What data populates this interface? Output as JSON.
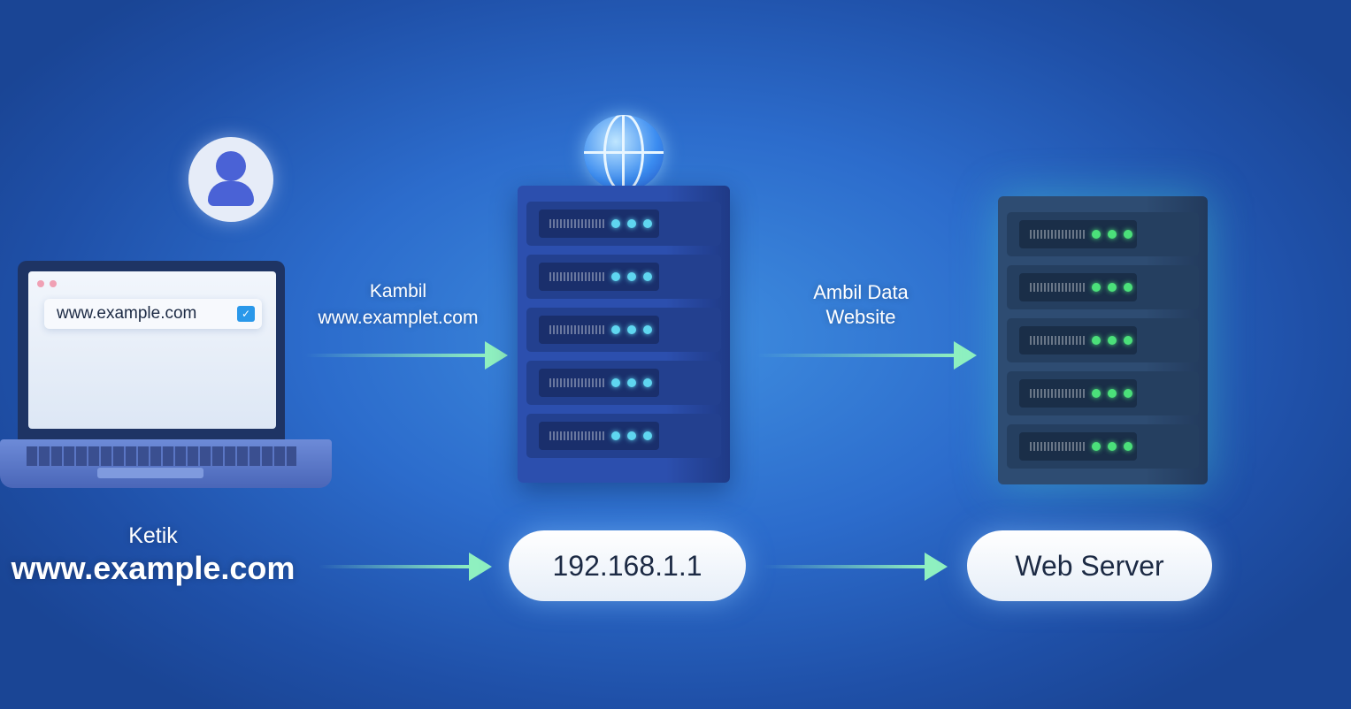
{
  "client": {
    "url_bar": "www.example.com",
    "caption_line1": "Ketik",
    "caption_line2": "www.example.com"
  },
  "step1": {
    "label_line1": "Kambil",
    "label_line2": "www.examplet.com"
  },
  "step2": {
    "label_line1": "Ambil Data",
    "label_line2": "Website"
  },
  "dns": {
    "ip": "192.168.1.1"
  },
  "web": {
    "label": "Web Server"
  },
  "colors": {
    "dns_led": "#5fd6f0",
    "web_led": "#4be07a",
    "arrow": "#8ff0c0"
  }
}
